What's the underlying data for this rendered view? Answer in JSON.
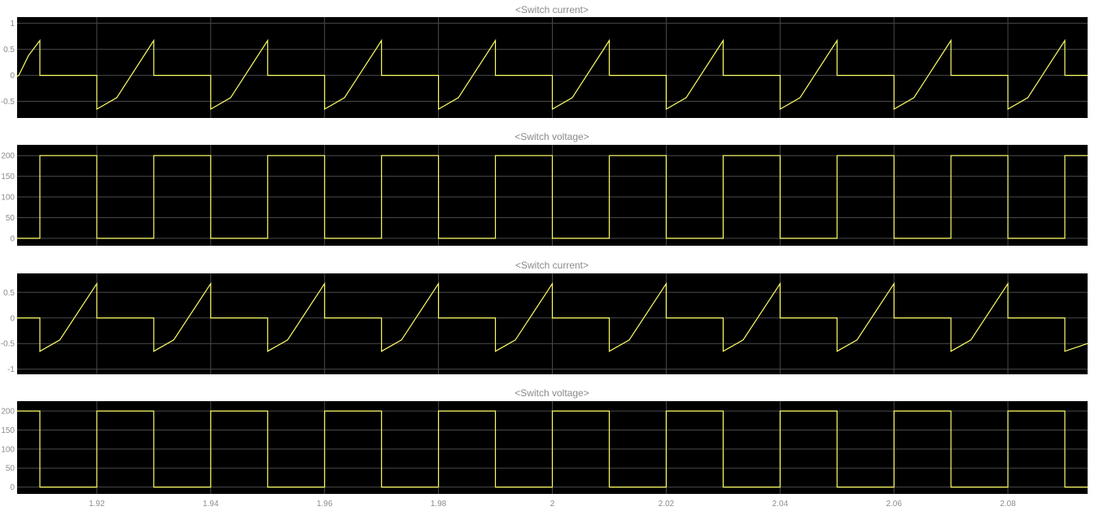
{
  "colors": {
    "trace": "#ffff66",
    "background": "#000000",
    "grid": "#4a4a4a",
    "text": "#8a8a8a"
  },
  "chart_data": [
    {
      "type": "line",
      "title": "<Switch current>",
      "xlim": [
        1.906,
        2.094
      ],
      "ylim": [
        -0.82,
        1.12
      ],
      "yticks": [
        1,
        0.5,
        0,
        -0.5
      ],
      "yticklabels": [
        "1",
        "0.5",
        "0",
        "-0.5"
      ],
      "xticks": [
        1.92,
        1.94,
        1.96,
        1.98,
        2,
        2.02,
        2.04,
        2.06,
        2.08
      ],
      "grid": true,
      "series": [
        {
          "x": [
            1.906,
            1.9063,
            1.908,
            1.91,
            1.91,
            1.92,
            1.92,
            1.9235,
            1.93,
            1.93,
            1.94,
            1.94,
            1.9435,
            1.95,
            1.95,
            1.96,
            1.96,
            1.9635,
            1.97,
            1.97,
            1.98,
            1.98,
            1.9835,
            1.99,
            1.99,
            2.0,
            2.0,
            2.0035,
            2.01,
            2.01,
            2.02,
            2.02,
            2.0235,
            2.03,
            2.03,
            2.04,
            2.04,
            2.0435,
            2.05,
            2.05,
            2.06,
            2.06,
            2.0635,
            2.07,
            2.07,
            2.08,
            2.08,
            2.0835,
            2.09,
            2.09,
            2.094
          ],
          "y": [
            -0.02,
            0.0,
            0.38,
            0.67,
            0.0,
            0.0,
            -0.65,
            -0.43,
            0.67,
            0.0,
            0.0,
            -0.65,
            -0.43,
            0.67,
            0.0,
            0.0,
            -0.65,
            -0.43,
            0.67,
            0.0,
            0.0,
            -0.65,
            -0.43,
            0.67,
            0.0,
            0.0,
            -0.65,
            -0.43,
            0.67,
            0.0,
            0.0,
            -0.65,
            -0.43,
            0.67,
            0.0,
            0.0,
            -0.65,
            -0.43,
            0.67,
            0.0,
            0.0,
            -0.65,
            -0.43,
            0.67,
            0.0,
            0.0,
            -0.65,
            -0.43,
            0.67,
            0.0,
            0.0
          ]
        }
      ]
    },
    {
      "type": "line",
      "title": "<Switch voltage>",
      "xlim": [
        1.906,
        2.094
      ],
      "ylim": [
        -18,
        226
      ],
      "yticks": [
        200,
        150,
        100,
        50,
        0
      ],
      "yticklabels": [
        "200",
        "150",
        "100",
        "50",
        "0"
      ],
      "xticks": [
        1.92,
        1.94,
        1.96,
        1.98,
        2,
        2.02,
        2.04,
        2.06,
        2.08
      ],
      "grid": true,
      "series": [
        {
          "x": [
            1.906,
            1.91,
            1.91,
            1.92,
            1.92,
            1.93,
            1.93,
            1.94,
            1.94,
            1.95,
            1.95,
            1.96,
            1.96,
            1.97,
            1.97,
            1.98,
            1.98,
            1.99,
            1.99,
            2.0,
            2.0,
            2.01,
            2.01,
            2.02,
            2.02,
            2.03,
            2.03,
            2.04,
            2.04,
            2.05,
            2.05,
            2.06,
            2.06,
            2.07,
            2.07,
            2.08,
            2.08,
            2.09,
            2.09,
            2.094
          ],
          "y": [
            0,
            0,
            200,
            200,
            0,
            0,
            200,
            200,
            0,
            0,
            200,
            200,
            0,
            0,
            200,
            200,
            0,
            0,
            200,
            200,
            0,
            0,
            200,
            200,
            0,
            0,
            200,
            200,
            0,
            0,
            200,
            200,
            0,
            0,
            200,
            200,
            0,
            0,
            200,
            200
          ]
        }
      ]
    },
    {
      "type": "line",
      "title": "<Switch current>",
      "xlim": [
        1.906,
        2.094
      ],
      "ylim": [
        -1.1,
        0.87
      ],
      "yticks": [
        0.5,
        0,
        -0.5,
        -1
      ],
      "yticklabels": [
        "0.5",
        "0",
        "-0.5",
        "-1"
      ],
      "xticks": [
        1.92,
        1.94,
        1.96,
        1.98,
        2,
        2.02,
        2.04,
        2.06,
        2.08
      ],
      "grid": true,
      "series": [
        {
          "x": [
            1.906,
            1.91,
            1.91,
            1.9135,
            1.92,
            1.92,
            1.93,
            1.93,
            1.9335,
            1.94,
            1.94,
            1.95,
            1.95,
            1.9535,
            1.96,
            1.96,
            1.97,
            1.97,
            1.9735,
            1.98,
            1.98,
            1.99,
            1.99,
            1.9935,
            2.0,
            2.0,
            2.01,
            2.01,
            2.0135,
            2.02,
            2.02,
            2.03,
            2.03,
            2.0335,
            2.04,
            2.04,
            2.05,
            2.05,
            2.0535,
            2.06,
            2.06,
            2.07,
            2.07,
            2.0735,
            2.08,
            2.08,
            2.09,
            2.09,
            2.094
          ],
          "y": [
            0.0,
            0.0,
            -0.65,
            -0.43,
            0.67,
            0.0,
            0.0,
            -0.65,
            -0.43,
            0.67,
            0.0,
            0.0,
            -0.65,
            -0.43,
            0.67,
            0.0,
            0.0,
            -0.65,
            -0.43,
            0.67,
            0.0,
            0.0,
            -0.65,
            -0.43,
            0.67,
            0.0,
            0.0,
            -0.65,
            -0.43,
            0.67,
            0.0,
            0.0,
            -0.65,
            -0.43,
            0.67,
            0.0,
            0.0,
            -0.65,
            -0.43,
            0.67,
            0.0,
            0.0,
            -0.65,
            -0.43,
            0.67,
            0.0,
            0.0,
            -0.65,
            -0.5
          ]
        }
      ]
    },
    {
      "type": "line",
      "title": "<Switch voltage>",
      "xlim": [
        1.906,
        2.094
      ],
      "ylim": [
        -18,
        226
      ],
      "yticks": [
        200,
        150,
        100,
        50,
        0
      ],
      "yticklabels": [
        "200",
        "150",
        "100",
        "50",
        "0"
      ],
      "xticks": [
        1.92,
        1.94,
        1.96,
        1.98,
        2,
        2.02,
        2.04,
        2.06,
        2.08
      ],
      "xticklabels": [
        "1.92",
        "1.94",
        "1.96",
        "1.98",
        "2",
        "2.02",
        "2.04",
        "2.06",
        "2.08"
      ],
      "grid": true,
      "series": [
        {
          "x": [
            1.906,
            1.91,
            1.91,
            1.92,
            1.92,
            1.93,
            1.93,
            1.94,
            1.94,
            1.95,
            1.95,
            1.96,
            1.96,
            1.97,
            1.97,
            1.98,
            1.98,
            1.99,
            1.99,
            2.0,
            2.0,
            2.01,
            2.01,
            2.02,
            2.02,
            2.03,
            2.03,
            2.04,
            2.04,
            2.05,
            2.05,
            2.06,
            2.06,
            2.07,
            2.07,
            2.08,
            2.08,
            2.09,
            2.09,
            2.094
          ],
          "y": [
            200,
            200,
            0,
            0,
            200,
            200,
            0,
            0,
            200,
            200,
            0,
            0,
            200,
            200,
            0,
            0,
            200,
            200,
            0,
            0,
            200,
            200,
            0,
            0,
            200,
            200,
            0,
            0,
            200,
            200,
            0,
            0,
            200,
            200,
            0,
            0,
            200,
            200,
            0,
            0
          ]
        }
      ]
    }
  ]
}
